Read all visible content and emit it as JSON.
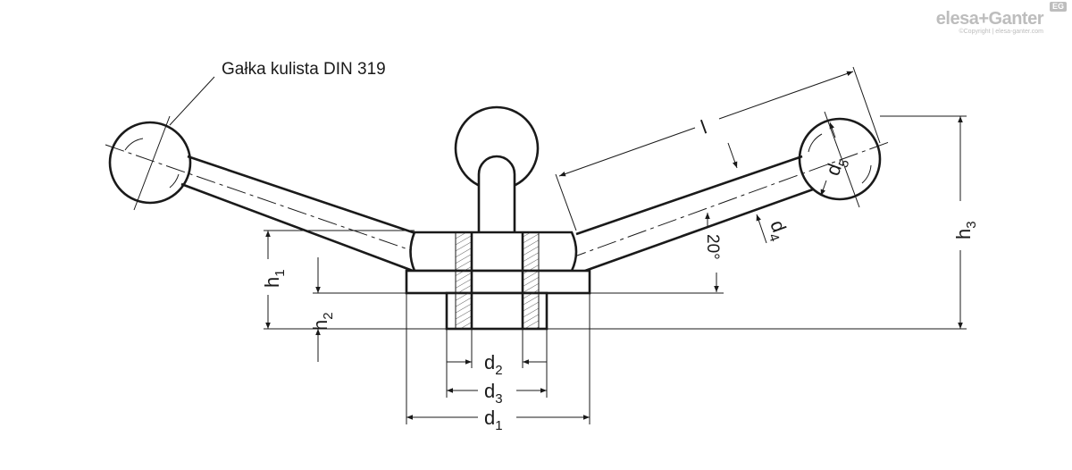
{
  "logo": {
    "brand": "elesa+Ganter",
    "badge": "EG",
    "copyright": "©Copyright | elesa-ganter.com"
  },
  "annotation": "Gałka kulista DIN 319",
  "dimensions": {
    "l": "l",
    "d5": {
      "base": "d",
      "sub": "5"
    },
    "d4": {
      "base": "d",
      "sub": "4"
    },
    "angle": "20°",
    "h1": {
      "base": "h",
      "sub": "1"
    },
    "h2": {
      "base": "h",
      "sub": "2"
    },
    "h3": {
      "base": "h",
      "sub": "3"
    },
    "d1": {
      "base": "d",
      "sub": "1"
    },
    "d2": {
      "base": "d",
      "sub": "2"
    },
    "d3": {
      "base": "d",
      "sub": "3"
    }
  }
}
